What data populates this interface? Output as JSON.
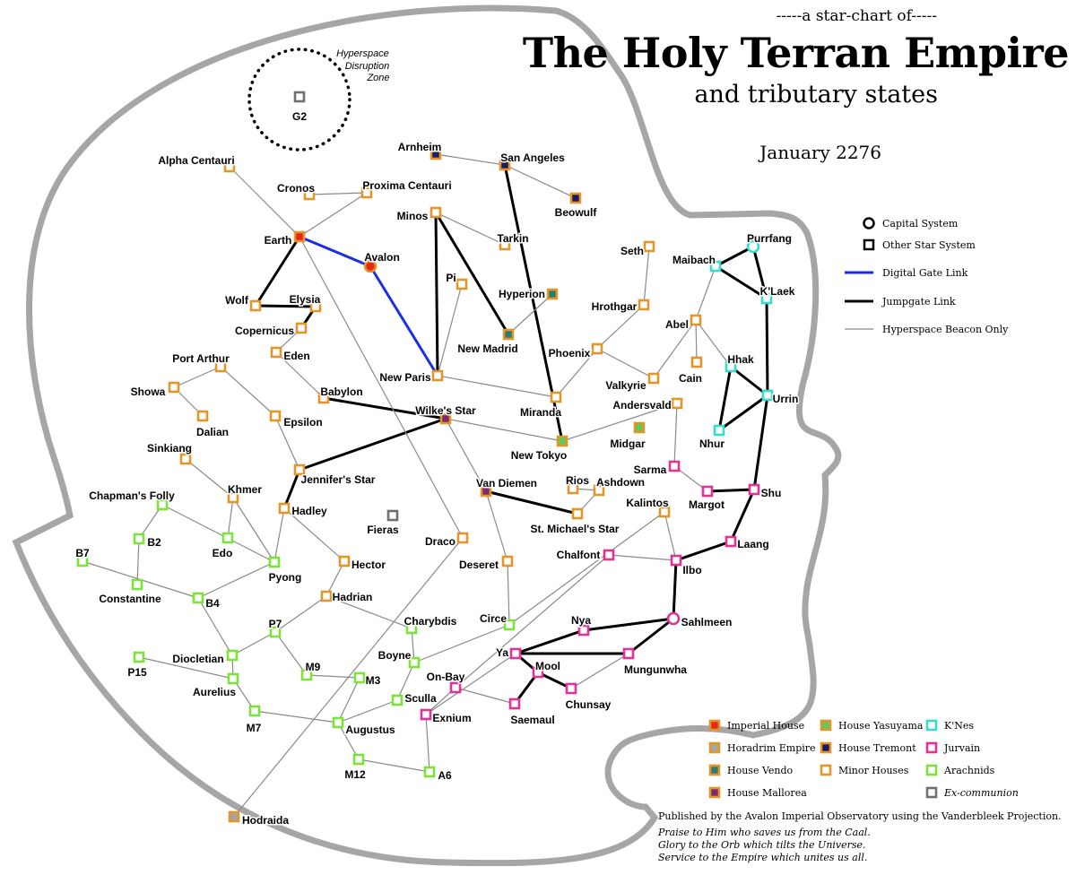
{
  "header": {
    "kicker": "-----a star-chart of-----",
    "title": "The Holy Terran Empire",
    "subtitle": "and tributary states",
    "date": "January 2276"
  },
  "disruption_zone_label": [
    "Hyperspace",
    "Disruption",
    "Zone"
  ],
  "colors": {
    "imperial": "#e8261a",
    "horadrim": "#a6a6a6",
    "vendo": "#2e7d72",
    "mallorea": "#7d2a6e",
    "yasuyama": "#5fc95a",
    "tremont": "#1a1a66",
    "minor": "#e0962a",
    "knes": "#33dccc",
    "jurvain": "#e0339a",
    "arachnid": "#7de33a",
    "excomm": "#707070",
    "gate": "#1a2ee6",
    "jump": "#000000",
    "beacon": "#8a8a8a",
    "boundary": "#a6a6a6"
  },
  "systems": [
    {
      "name": "G2",
      "fill": "white",
      "stroke": "excomm"
    },
    {
      "name": "Arnheim",
      "fill": "tremont",
      "stroke": "minor"
    },
    {
      "name": "San Angeles",
      "fill": "tremont",
      "stroke": "minor"
    },
    {
      "name": "Beowulf",
      "fill": "tremont",
      "stroke": "minor"
    },
    {
      "name": "Alpha Centauri",
      "fill": "white",
      "stroke": "minor"
    },
    {
      "name": "Cronos",
      "fill": "white",
      "stroke": "minor"
    },
    {
      "name": "Proxima Centauri",
      "fill": "white",
      "stroke": "minor"
    },
    {
      "name": "Minos",
      "fill": "white",
      "stroke": "minor"
    },
    {
      "name": "Tarkin",
      "fill": "white",
      "stroke": "minor"
    },
    {
      "name": "Earth",
      "fill": "imperial",
      "stroke": "minor"
    },
    {
      "name": "Avalon",
      "fill": "imperial",
      "stroke": "minor",
      "capital": true
    },
    {
      "name": "Seth",
      "fill": "white",
      "stroke": "minor"
    },
    {
      "name": "Pi",
      "fill": "white",
      "stroke": "minor"
    },
    {
      "name": "Hyperion",
      "fill": "vendo",
      "stroke": "minor"
    },
    {
      "name": "Hrothgar",
      "fill": "white",
      "stroke": "minor"
    },
    {
      "name": "Wolf",
      "fill": "white",
      "stroke": "minor"
    },
    {
      "name": "Elysia",
      "fill": "white",
      "stroke": "minor"
    },
    {
      "name": "Copernicus",
      "fill": "white",
      "stroke": "minor"
    },
    {
      "name": "New Madrid",
      "fill": "vendo",
      "stroke": "minor"
    },
    {
      "name": "Eden",
      "fill": "white",
      "stroke": "minor"
    },
    {
      "name": "Phoenix",
      "fill": "white",
      "stroke": "minor"
    },
    {
      "name": "Port Arthur",
      "fill": "white",
      "stroke": "minor"
    },
    {
      "name": "New Paris",
      "fill": "white",
      "stroke": "minor"
    },
    {
      "name": "Valkyrie",
      "fill": "white",
      "stroke": "minor"
    },
    {
      "name": "Showa",
      "fill": "white",
      "stroke": "minor"
    },
    {
      "name": "Babylon",
      "fill": "white",
      "stroke": "minor"
    },
    {
      "name": "Miranda",
      "fill": "white",
      "stroke": "minor"
    },
    {
      "name": "Dalian",
      "fill": "white",
      "stroke": "minor"
    },
    {
      "name": "Epsilon",
      "fill": "white",
      "stroke": "minor"
    },
    {
      "name": "Wilke's Star",
      "fill": "mallorea",
      "stroke": "minor"
    },
    {
      "name": "Andersvald",
      "fill": "white",
      "stroke": "minor"
    },
    {
      "name": "Midgar",
      "fill": "yasuyama",
      "stroke": "minor"
    },
    {
      "name": "New Tokyo",
      "fill": "yasuyama",
      "stroke": "minor"
    },
    {
      "name": "Sinkiang",
      "fill": "white",
      "stroke": "minor"
    },
    {
      "name": "Jennifer's Star",
      "fill": "white",
      "stroke": "minor"
    },
    {
      "name": "Van Diemen",
      "fill": "mallorea",
      "stroke": "minor"
    },
    {
      "name": "Rios",
      "fill": "white",
      "stroke": "minor"
    },
    {
      "name": "Ashdown",
      "fill": "white",
      "stroke": "minor"
    },
    {
      "name": "Khmer",
      "fill": "white",
      "stroke": "minor"
    },
    {
      "name": "Hadley",
      "fill": "white",
      "stroke": "minor"
    },
    {
      "name": "St. Michael's Star",
      "fill": "white",
      "stroke": "minor"
    },
    {
      "name": "Kalintos",
      "fill": "white",
      "stroke": "minor"
    },
    {
      "name": "Fieras",
      "fill": "white",
      "stroke": "excomm"
    },
    {
      "name": "Draco",
      "fill": "white",
      "stroke": "minor"
    },
    {
      "name": "Deseret",
      "fill": "white",
      "stroke": "minor"
    },
    {
      "name": "Hector",
      "fill": "white",
      "stroke": "minor"
    },
    {
      "name": "Hadrian",
      "fill": "white",
      "stroke": "minor"
    },
    {
      "name": "Cain",
      "fill": "white",
      "stroke": "minor"
    },
    {
      "name": "Abel",
      "fill": "white",
      "stroke": "minor"
    },
    {
      "name": "Purrfang",
      "fill": "white",
      "stroke": "knes",
      "capital": true
    },
    {
      "name": "Maibach",
      "fill": "white",
      "stroke": "knes"
    },
    {
      "name": "K'Laek",
      "fill": "white",
      "stroke": "knes"
    },
    {
      "name": "Hhak",
      "fill": "white",
      "stroke": "knes"
    },
    {
      "name": "Urrin",
      "fill": "white",
      "stroke": "knes"
    },
    {
      "name": "Nhur",
      "fill": "white",
      "stroke": "knes"
    },
    {
      "name": "Sarma",
      "fill": "white",
      "stroke": "jurvain"
    },
    {
      "name": "Margot",
      "fill": "white",
      "stroke": "jurvain"
    },
    {
      "name": "Shu",
      "fill": "white",
      "stroke": "jurvain"
    },
    {
      "name": "Laang",
      "fill": "white",
      "stroke": "jurvain"
    },
    {
      "name": "Chalfont",
      "fill": "white",
      "stroke": "jurvain"
    },
    {
      "name": "Ilbo",
      "fill": "white",
      "stroke": "jurvain"
    },
    {
      "name": "Sahlmeen",
      "fill": "white",
      "stroke": "jurvain",
      "capital": true
    },
    {
      "name": "Nya",
      "fill": "white",
      "stroke": "jurvain"
    },
    {
      "name": "Mungunwha",
      "fill": "white",
      "stroke": "jurvain"
    },
    {
      "name": "Ya",
      "fill": "white",
      "stroke": "jurvain"
    },
    {
      "name": "Mool",
      "fill": "white",
      "stroke": "jurvain"
    },
    {
      "name": "Chunsay",
      "fill": "white",
      "stroke": "jurvain"
    },
    {
      "name": "Saemaul",
      "fill": "white",
      "stroke": "jurvain"
    },
    {
      "name": "On-Bay",
      "fill": "white",
      "stroke": "jurvain"
    },
    {
      "name": "Exnium",
      "fill": "white",
      "stroke": "jurvain"
    },
    {
      "name": "Circe",
      "fill": "white",
      "stroke": "arachnid"
    },
    {
      "name": "Charybdis",
      "fill": "white",
      "stroke": "arachnid"
    },
    {
      "name": "Boyne",
      "fill": "white",
      "stroke": "arachnid"
    },
    {
      "name": "Sculla",
      "fill": "white",
      "stroke": "arachnid"
    },
    {
      "name": "Augustus",
      "fill": "white",
      "stroke": "arachnid"
    },
    {
      "name": "M12",
      "fill": "white",
      "stroke": "arachnid"
    },
    {
      "name": "A6",
      "fill": "white",
      "stroke": "arachnid"
    },
    {
      "name": "M3",
      "fill": "white",
      "stroke": "arachnid"
    },
    {
      "name": "M9",
      "fill": "white",
      "stroke": "arachnid"
    },
    {
      "name": "P7",
      "fill": "white",
      "stroke": "arachnid"
    },
    {
      "name": "Pyong",
      "fill": "white",
      "stroke": "arachnid"
    },
    {
      "name": "Edo",
      "fill": "white",
      "stroke": "arachnid"
    },
    {
      "name": "Chapman's Folly",
      "fill": "white",
      "stroke": "arachnid"
    },
    {
      "name": "B2",
      "fill": "white",
      "stroke": "arachnid"
    },
    {
      "name": "B7",
      "fill": "white",
      "stroke": "arachnid"
    },
    {
      "name": "Constantine",
      "fill": "white",
      "stroke": "arachnid"
    },
    {
      "name": "B4",
      "fill": "white",
      "stroke": "arachnid"
    },
    {
      "name": "Diocletian",
      "fill": "white",
      "stroke": "arachnid"
    },
    {
      "name": "P15",
      "fill": "white",
      "stroke": "arachnid"
    },
    {
      "name": "Aurelius",
      "fill": "white",
      "stroke": "arachnid"
    },
    {
      "name": "M7",
      "fill": "white",
      "stroke": "arachnid"
    },
    {
      "name": "Hodraida",
      "fill": "horadrim",
      "stroke": "minor"
    }
  ],
  "links": [
    {
      "a": "Earth",
      "b": "Avalon",
      "type": "gate"
    },
    {
      "a": "Avalon",
      "b": "New Paris",
      "type": "gate"
    },
    {
      "a": "Earth",
      "b": "Wolf",
      "type": "jump"
    },
    {
      "a": "Wolf",
      "b": "Elysia",
      "type": "jump"
    },
    {
      "a": "Elysia",
      "b": "Copernicus",
      "type": "jump"
    },
    {
      "a": "Minos",
      "b": "New Paris",
      "type": "jump"
    },
    {
      "a": "Minos",
      "b": "New Madrid",
      "type": "jump"
    },
    {
      "a": "San Angeles",
      "b": "New Tokyo",
      "type": "jump"
    },
    {
      "a": "Babylon",
      "b": "Wilke's Star",
      "type": "jump"
    },
    {
      "a": "Wilke's Star",
      "b": "Jennifer's Star",
      "type": "jump"
    },
    {
      "a": "Jennifer's Star",
      "b": "Hadley",
      "type": "jump"
    },
    {
      "a": "Van Diemen",
      "b": "St. Michael's Star",
      "type": "jump"
    },
    {
      "a": "Purrfang",
      "b": "Maibach",
      "type": "jump"
    },
    {
      "a": "Purrfang",
      "b": "K'Laek",
      "type": "jump"
    },
    {
      "a": "Maibach",
      "b": "K'Laek",
      "type": "jump"
    },
    {
      "a": "K'Laek",
      "b": "Urrin",
      "type": "jump"
    },
    {
      "a": "Hhak",
      "b": "Urrin",
      "type": "jump"
    },
    {
      "a": "Hhak",
      "b": "Nhur",
      "type": "jump"
    },
    {
      "a": "Urrin",
      "b": "Nhur",
      "type": "jump"
    },
    {
      "a": "Urrin",
      "b": "Shu",
      "type": "jump"
    },
    {
      "a": "Margot",
      "b": "Shu",
      "type": "jump"
    },
    {
      "a": "Shu",
      "b": "Laang",
      "type": "jump"
    },
    {
      "a": "Laang",
      "b": "Ilbo",
      "type": "jump"
    },
    {
      "a": "Ilbo",
      "b": "Sahlmeen",
      "type": "jump"
    },
    {
      "a": "Sahlmeen",
      "b": "Nya",
      "type": "jump"
    },
    {
      "a": "Sahlmeen",
      "b": "Mungunwha",
      "type": "jump"
    },
    {
      "a": "Nya",
      "b": "Ya",
      "type": "jump"
    },
    {
      "a": "Mungunwha",
      "b": "Ya",
      "type": "jump"
    },
    {
      "a": "Ya",
      "b": "Mool",
      "type": "jump"
    },
    {
      "a": "Mool",
      "b": "Chunsay",
      "type": "jump"
    },
    {
      "a": "Mool",
      "b": "Saemaul",
      "type": "jump"
    },
    {
      "a": "Arnheim",
      "b": "San Angeles",
      "type": "beacon"
    },
    {
      "a": "San Angeles",
      "b": "Beowulf",
      "type": "beacon"
    },
    {
      "a": "Alpha Centauri",
      "b": "Earth",
      "type": "beacon"
    },
    {
      "a": "Cronos",
      "b": "Proxima Centauri",
      "type": "beacon"
    },
    {
      "a": "Earth",
      "b": "Proxima Centauri",
      "type": "beacon"
    },
    {
      "a": "Minos",
      "b": "Tarkin",
      "type": "beacon"
    },
    {
      "a": "Pi",
      "b": "New Paris",
      "type": "beacon"
    },
    {
      "a": "Hyperion",
      "b": "New Madrid",
      "type": "beacon"
    },
    {
      "a": "Seth",
      "b": "Hrothgar",
      "type": "beacon"
    },
    {
      "a": "Hrothgar",
      "b": "Phoenix",
      "type": "beacon"
    },
    {
      "a": "Phoenix",
      "b": "Miranda",
      "type": "beacon"
    },
    {
      "a": "Phoenix",
      "b": "Valkyrie",
      "type": "beacon"
    },
    {
      "a": "New Paris",
      "b": "Miranda",
      "type": "beacon"
    },
    {
      "a": "Valkyrie",
      "b": "Abel",
      "type": "beacon"
    },
    {
      "a": "Abel",
      "b": "Maibach",
      "type": "beacon"
    },
    {
      "a": "Abel",
      "b": "Cain",
      "type": "beacon"
    },
    {
      "a": "Abel",
      "b": "Hhak",
      "type": "beacon"
    },
    {
      "a": "Copernicus",
      "b": "Eden",
      "type": "beacon"
    },
    {
      "a": "Eden",
      "b": "Babylon",
      "type": "beacon"
    },
    {
      "a": "Earth",
      "b": "Draco",
      "type": "beacon"
    },
    {
      "a": "Port Arthur",
      "b": "Showa",
      "type": "beacon"
    },
    {
      "a": "Showa",
      "b": "Dalian",
      "type": "beacon"
    },
    {
      "a": "Port Arthur",
      "b": "Epsilon",
      "type": "beacon"
    },
    {
      "a": "Epsilon",
      "b": "Jennifer's Star",
      "type": "beacon"
    },
    {
      "a": "Wilke's Star",
      "b": "New Tokyo",
      "type": "beacon"
    },
    {
      "a": "Wilke's Star",
      "b": "Van Diemen",
      "type": "beacon"
    },
    {
      "a": "New Tokyo",
      "b": "Andersvald",
      "type": "beacon"
    },
    {
      "a": "Andersvald",
      "b": "Sarma",
      "type": "beacon"
    },
    {
      "a": "Sarma",
      "b": "Margot",
      "type": "beacon"
    },
    {
      "a": "Rios",
      "b": "Ashdown",
      "type": "beacon"
    },
    {
      "a": "Ashdown",
      "b": "St. Michael's Star",
      "type": "beacon"
    },
    {
      "a": "Van Diemen",
      "b": "Deseret",
      "type": "beacon"
    },
    {
      "a": "Deseret",
      "b": "Circe",
      "type": "beacon"
    },
    {
      "a": "Kalintos",
      "b": "Ilbo",
      "type": "beacon"
    },
    {
      "a": "Kalintos",
      "b": "Circe",
      "type": "beacon"
    },
    {
      "a": "Chalfont",
      "b": "Ilbo",
      "type": "beacon"
    },
    {
      "a": "Chalfont",
      "b": "On-Bay",
      "type": "beacon"
    },
    {
      "a": "Circe",
      "b": "Boyne",
      "type": "beacon"
    },
    {
      "a": "Draco",
      "b": "Hodraida",
      "type": "beacon"
    },
    {
      "a": "Hadley",
      "b": "Hector",
      "type": "beacon"
    },
    {
      "a": "Hadley",
      "b": "Pyong",
      "type": "beacon"
    },
    {
      "a": "Sinkiang",
      "b": "Khmer",
      "type": "beacon"
    },
    {
      "a": "Khmer",
      "b": "Edo",
      "type": "beacon"
    },
    {
      "a": "Khmer",
      "b": "Pyong",
      "type": "beacon"
    },
    {
      "a": "Chapman's Folly",
      "b": "Pyong",
      "type": "beacon"
    },
    {
      "a": "Chapman's Folly",
      "b": "B2",
      "type": "beacon"
    },
    {
      "a": "B2",
      "b": "Constantine",
      "type": "beacon"
    },
    {
      "a": "B7",
      "b": "B4",
      "type": "beacon"
    },
    {
      "a": "Pyong",
      "b": "B4",
      "type": "beacon"
    },
    {
      "a": "B4",
      "b": "Diocletian",
      "type": "beacon"
    },
    {
      "a": "Diocletian",
      "b": "Aurelius",
      "type": "beacon"
    },
    {
      "a": "Diocletian",
      "b": "P7",
      "type": "beacon"
    },
    {
      "a": "P15",
      "b": "Aurelius",
      "type": "beacon"
    },
    {
      "a": "Aurelius",
      "b": "M7",
      "type": "beacon"
    },
    {
      "a": "M7",
      "b": "Augustus",
      "type": "beacon"
    },
    {
      "a": "Hector",
      "b": "Hadrian",
      "type": "beacon"
    },
    {
      "a": "Hadrian",
      "b": "P7",
      "type": "beacon"
    },
    {
      "a": "Hadrian",
      "b": "Charybdis",
      "type": "beacon"
    },
    {
      "a": "P7",
      "b": "M9",
      "type": "beacon"
    },
    {
      "a": "M9",
      "b": "M3",
      "type": "beacon"
    },
    {
      "a": "M3",
      "b": "Augustus",
      "type": "beacon"
    },
    {
      "a": "Charybdis",
      "b": "Boyne",
      "type": "beacon"
    },
    {
      "a": "Boyne",
      "b": "Sculla",
      "type": "beacon"
    },
    {
      "a": "Sculla",
      "b": "Augustus",
      "type": "beacon"
    },
    {
      "a": "Augustus",
      "b": "M12",
      "type": "beacon"
    },
    {
      "a": "M12",
      "b": "A6",
      "type": "beacon"
    },
    {
      "a": "Exnium",
      "b": "A6",
      "type": "beacon"
    },
    {
      "a": "On-Bay",
      "b": "Exnium",
      "type": "beacon"
    },
    {
      "a": "Ya",
      "b": "Exnium",
      "type": "beacon"
    },
    {
      "a": "On-Bay",
      "b": "Saemaul",
      "type": "beacon"
    },
    {
      "a": "Chunsay",
      "b": "Mungunwha",
      "type": "beacon"
    }
  ],
  "legend": {
    "types": [
      {
        "label": "Capital System",
        "marker": "circle"
      },
      {
        "label": "Other Star System",
        "marker": "square"
      },
      {
        "label": "Digital Gate Link",
        "marker": "gate"
      },
      {
        "label": "Jumpgate Link",
        "marker": "jump"
      },
      {
        "label": "Hyperspace Beacon Only",
        "marker": "beacon"
      }
    ],
    "factions": [
      {
        "label": "Imperial House",
        "fill": "imperial",
        "stroke": "minor"
      },
      {
        "label": "Horadrim Empire",
        "fill": "horadrim",
        "stroke": "minor"
      },
      {
        "label": "House Vendo",
        "fill": "vendo",
        "stroke": "minor"
      },
      {
        "label": "House Mallorea",
        "fill": "mallorea",
        "stroke": "minor"
      },
      {
        "label": "House Yasuyama",
        "fill": "yasuyama",
        "stroke": "minor"
      },
      {
        "label": "House Tremont",
        "fill": "tremont",
        "stroke": "minor"
      },
      {
        "label": "Minor Houses",
        "fill": "white",
        "stroke": "minor"
      },
      {
        "label": "K'Nes",
        "fill": "white",
        "stroke": "knes"
      },
      {
        "label": "Jurvain",
        "fill": "white",
        "stroke": "jurvain"
      },
      {
        "label": "Arachnids",
        "fill": "white",
        "stroke": "arachnid"
      },
      {
        "label": "Ex-communion",
        "fill": "white",
        "stroke": "excomm",
        "italic": true
      }
    ]
  },
  "footer": {
    "published": "Published by the Avalon Imperial Observatory using the Vanderbleek Projection.",
    "mottos": [
      "Praise to Him who saves us from the Caal.",
      "Glory to the Orb which tilts the Universe.",
      "Service to the Empire which unites us all."
    ]
  }
}
